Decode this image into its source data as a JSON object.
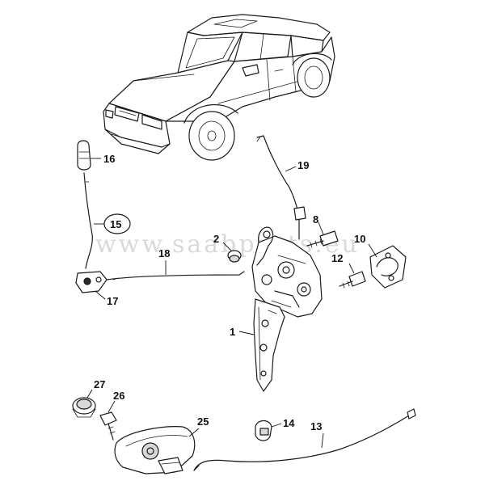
{
  "watermark": "www.saabparts.eu",
  "callouts": {
    "c1": "1",
    "c2": "2",
    "c8": "8",
    "c10": "10",
    "c12": "12",
    "c13": "13",
    "c14": "14",
    "c15": "15",
    "c16": "16",
    "c17": "17",
    "c18": "18",
    "c19": "19",
    "c25": "25",
    "c26": "26",
    "c27": "27"
  }
}
